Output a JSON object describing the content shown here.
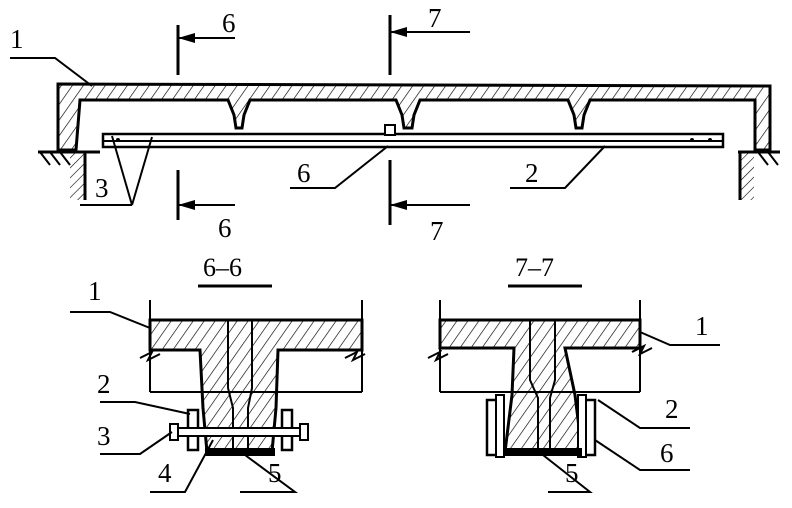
{
  "figure": {
    "elevation": {
      "cut_labels": {
        "top_left": "6",
        "top_right": "7",
        "bottom_left": "6",
        "bottom_right": "7"
      },
      "callouts": {
        "slab": "1",
        "plate": "2",
        "bolts": "3",
        "connector": "6"
      }
    },
    "section_6": {
      "title": "6–6",
      "callouts": {
        "slab": "1",
        "plate": "2",
        "bolt": "3",
        "item4": "4",
        "item5": "5"
      }
    },
    "section_7": {
      "title": "7–7",
      "callouts": {
        "slab": "1",
        "plate": "2",
        "item5": "5",
        "item6": "6"
      }
    }
  }
}
